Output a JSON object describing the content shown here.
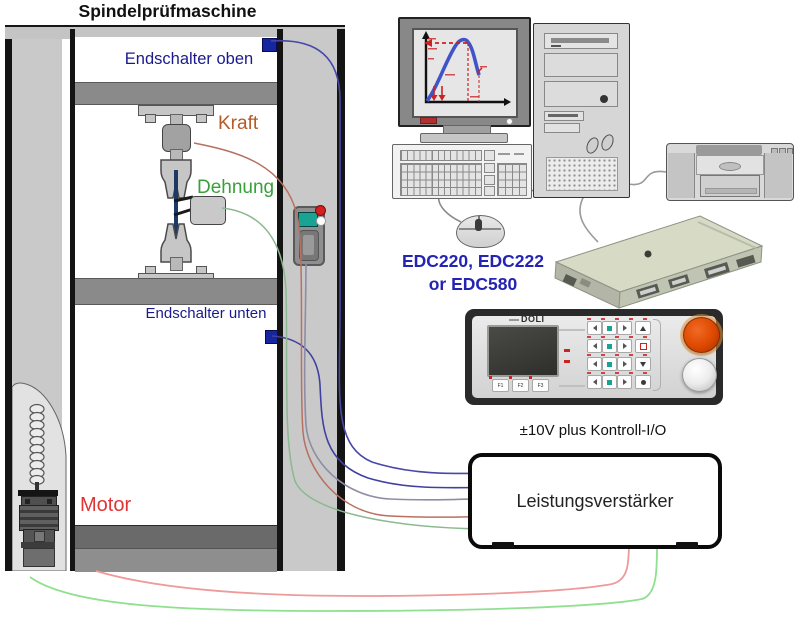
{
  "title": "Spindelprüfmaschine",
  "machine": {
    "endschalter_oben": "Endschalter oben",
    "endschalter_unten": "Endschalter unten",
    "kraft": "Kraft",
    "dehnung": "Dehnung",
    "motor": "Motor"
  },
  "edc": {
    "line1": "EDC220, EDC222",
    "line2": "or EDC580"
  },
  "doli_panel": {
    "logo": "DOLI",
    "fkeys": [
      "F1",
      "F2",
      "F3"
    ]
  },
  "amplifier": {
    "io_label": "±10V plus Kontroll-I/O",
    "label": "Leistungsverstärker"
  },
  "colors": {
    "endschalter_text": "#1a1a8c",
    "kraft_text": "#b45a28",
    "dehnung_text": "#3aa03a",
    "motor_text": "#e03535",
    "edc_text": "#2424b4",
    "estop_button": "#dd4800",
    "pendant_screen": "#18a392",
    "specimen": "#1c3a66",
    "wire_limit_switch": "#4848a8",
    "wire_pendant": "#8d8da5",
    "wire_force": "#b87060",
    "wire_strain": "#8ab890",
    "wire_motor_red": "#ee9a9a",
    "wire_motor_green": "#8fe08f"
  }
}
